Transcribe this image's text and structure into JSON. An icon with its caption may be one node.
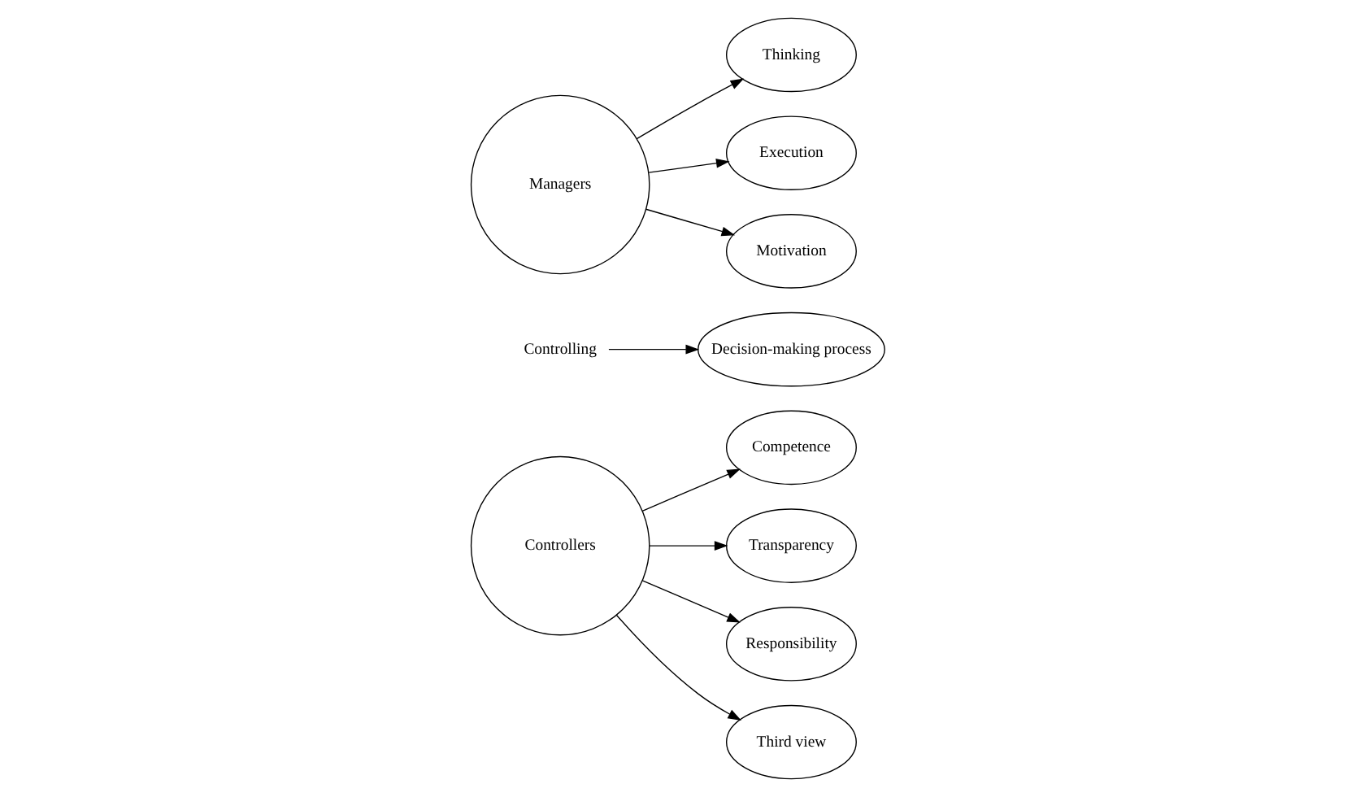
{
  "diagram": {
    "nodes": [
      {
        "text": [
          "Thinking"
        ]
      },
      {
        "text": [
          "Execution"
        ]
      },
      {
        "text": [
          "Motivation"
        ]
      },
      {
        "text": [
          "Managers"
        ]
      },
      {
        "text": [
          "Controlling"
        ]
      },
      {
        "text": [
          "Controllers"
        ]
      },
      {
        "text": [
          "Competence"
        ]
      },
      {
        "text": [
          "Transparency"
        ]
      },
      {
        "text": [
          "Responsibility"
        ]
      },
      {
        "text": [
          "Third view"
        ]
      },
      {
        "text": [
          "Decision-making process"
        ]
      }
    ],
    "edges": [
      {
        "from": 3,
        "to": 0,
        "arrow": "to"
      },
      {
        "from": 3,
        "to": 1,
        "arrow": "to"
      },
      {
        "from": 3,
        "to": 2,
        "arrow": "to"
      },
      {
        "from": 5,
        "to": 6,
        "arrow": "to"
      },
      {
        "from": 5,
        "to": 7,
        "arrow": "to"
      },
      {
        "from": 5,
        "to": 8,
        "arrow": "to"
      },
      {
        "from": 5,
        "to": 9,
        "arrow": "to"
      },
      {
        "from": 4,
        "to": 10,
        "arrow": "to"
      }
    ]
  }
}
